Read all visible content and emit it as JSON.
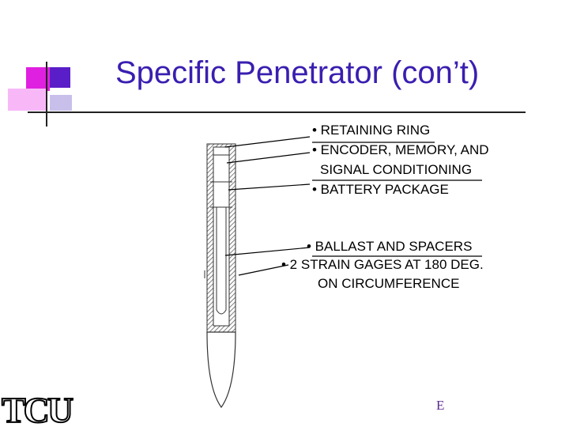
{
  "slide": {
    "title": "Specific Penetrator (con’t)",
    "labels": {
      "retaining_ring": "• RETAINING  RING",
      "encoder": "• ENCODER, MEMORY, AND",
      "signal": "SIGNAL CONDITIONING",
      "battery": "• BATTERY PACKAGE",
      "ballast": "• BALLAST AND SPACERS",
      "strain": "• 2 STRAIN GAGES AT 180 DEG.",
      "circumference": "ON CIRCUMFERENCE"
    },
    "slide_letter": "E",
    "logo_text": "TCU"
  },
  "colors": {
    "title": "#3a1eb0",
    "deco_magenta": "#e020e0",
    "deco_purple": "#5a1ec8",
    "deco_pink": "#f5a0f5",
    "deco_lavender": "#b0a0e0",
    "logo_purple": "#5b2d8e"
  }
}
